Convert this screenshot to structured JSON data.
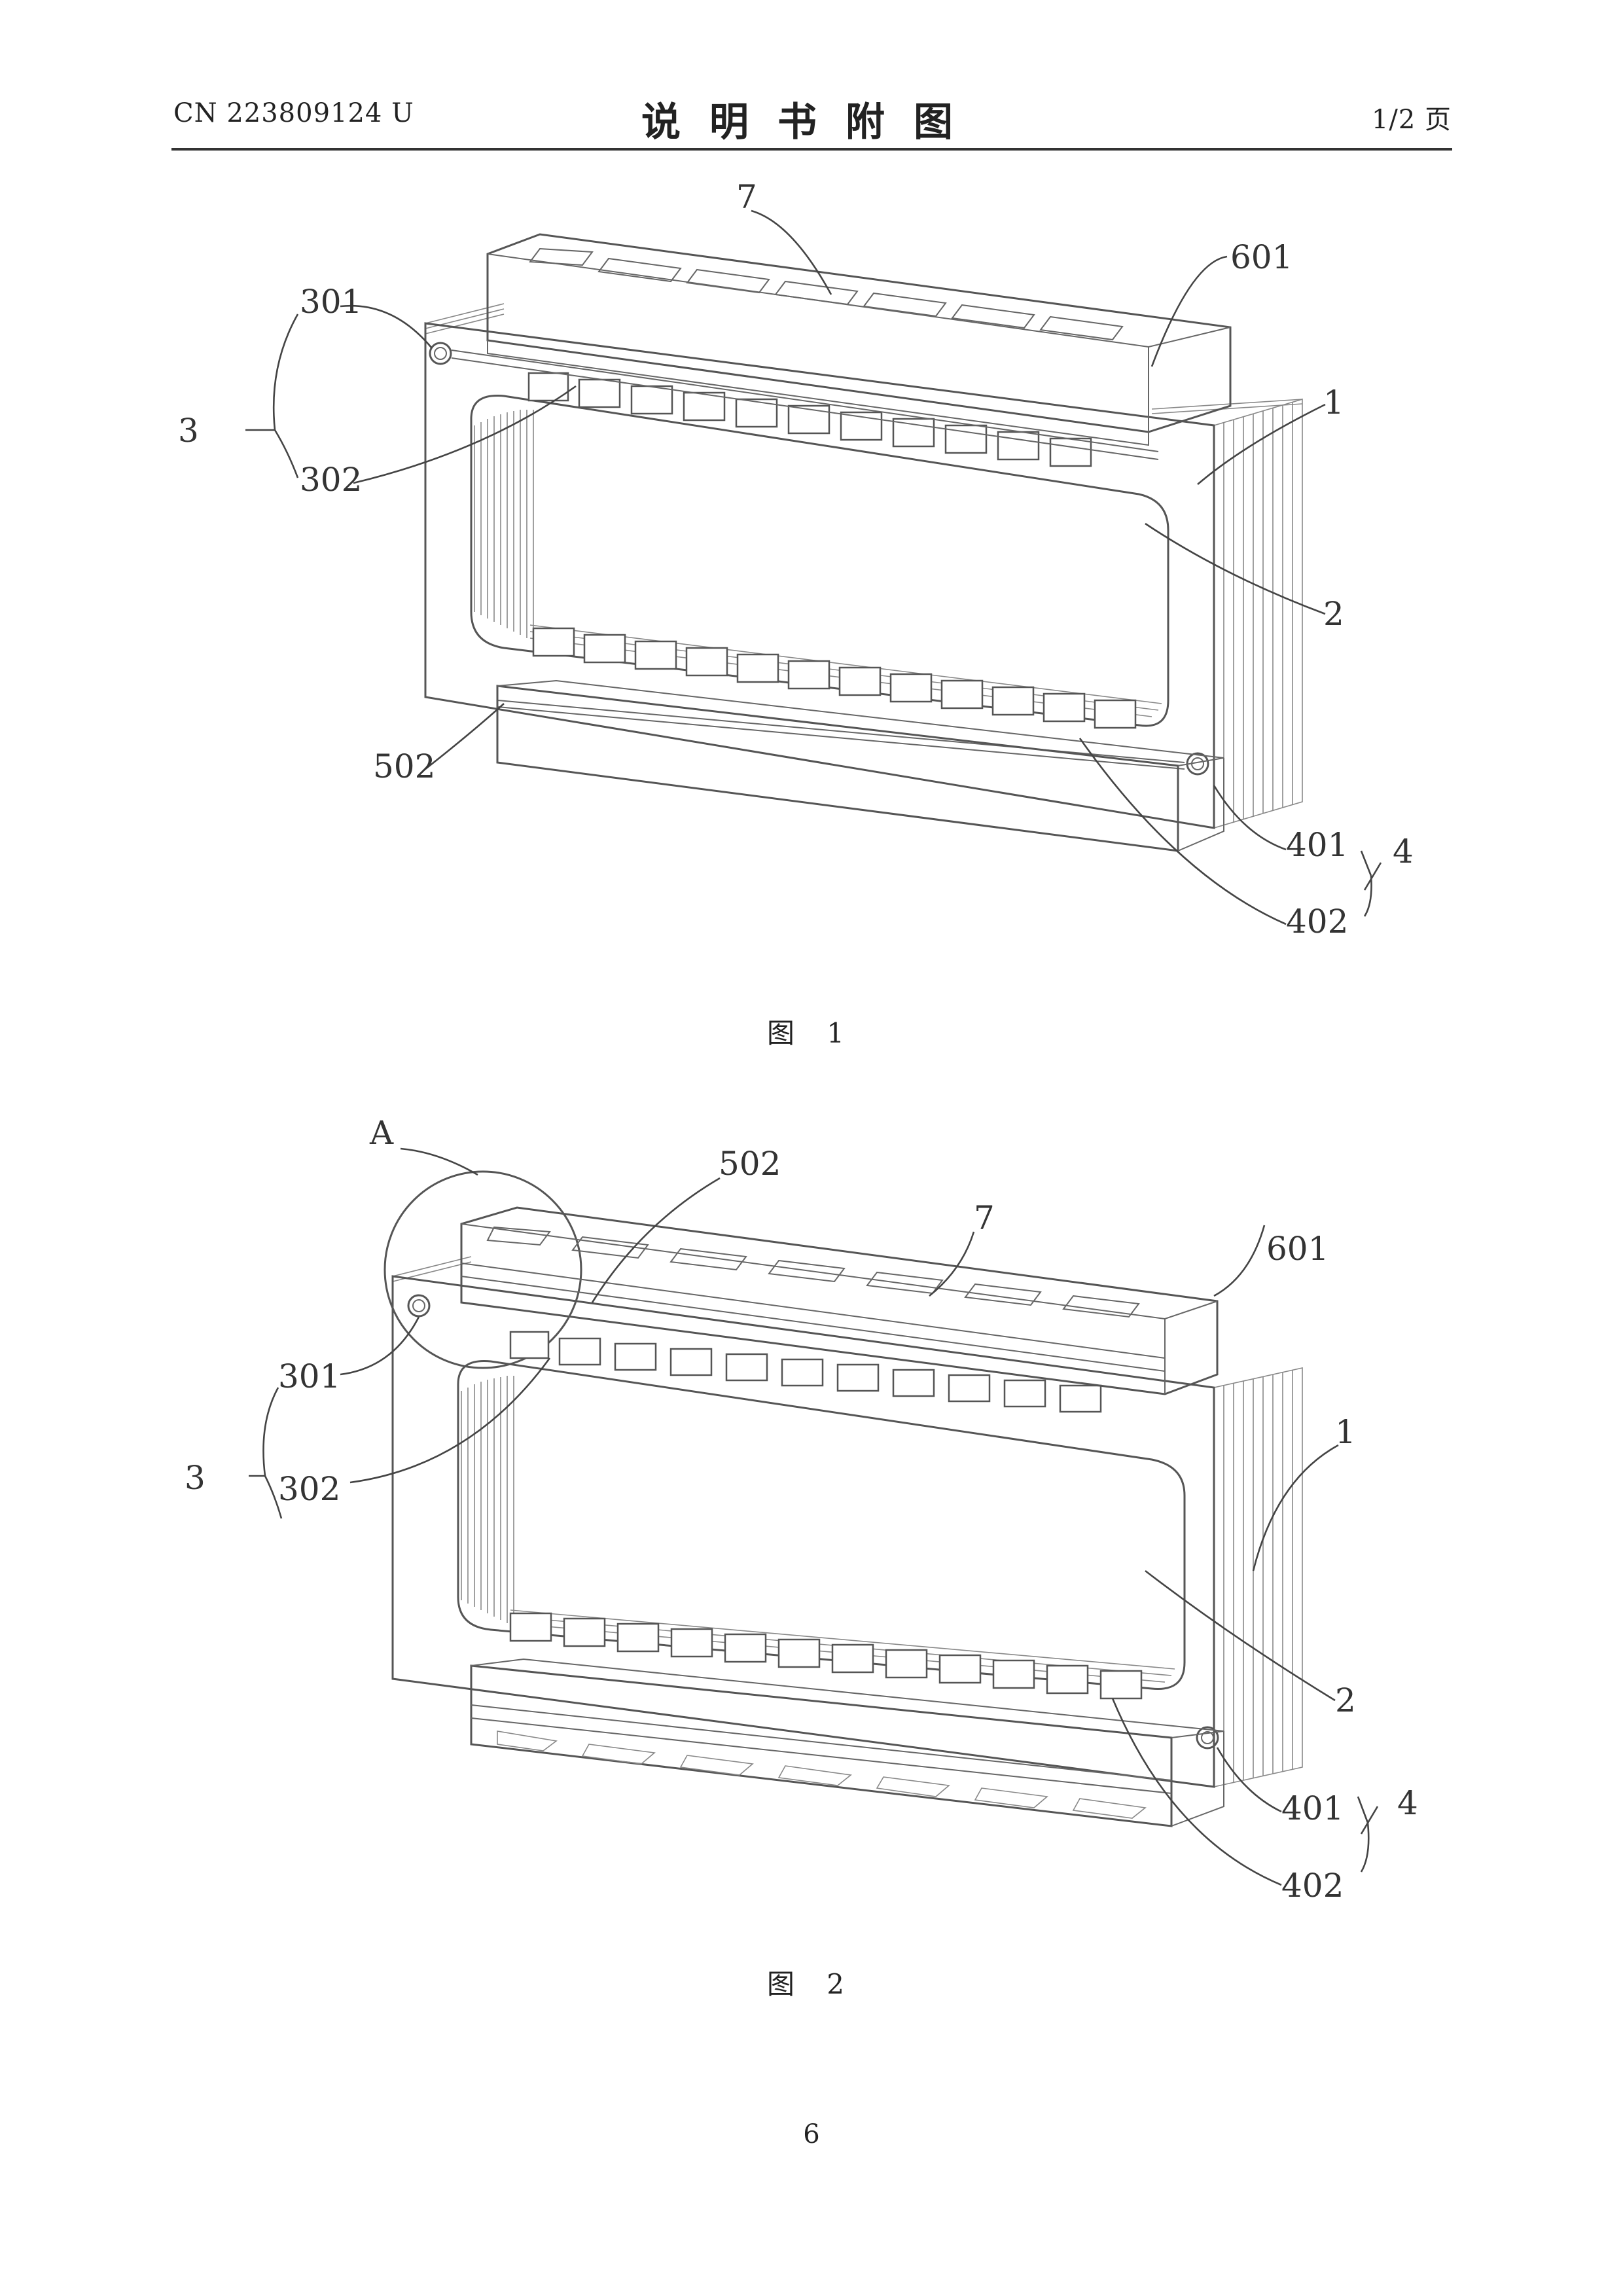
{
  "header": {
    "patent_number": "CN 223809124 U",
    "title": "说明书附图",
    "page_ratio": "1/2 页"
  },
  "figure1": {
    "caption": "图 1",
    "labels": {
      "l7": "7",
      "l601": "601",
      "l301": "301",
      "l3": "3",
      "l302": "302",
      "l1": "1",
      "l2": "2",
      "l502": "502",
      "l401": "401",
      "l4": "4",
      "l402": "402"
    }
  },
  "figure2": {
    "caption": "图 2",
    "labels": {
      "lA": "A",
      "l502": "502",
      "l7": "7",
      "l601": "601",
      "l301": "301",
      "l3": "3",
      "l302": "302",
      "l1": "1",
      "l2": "2",
      "l401": "401",
      "l4": "4",
      "l402": "402"
    }
  },
  "footer": {
    "page_number": "6"
  }
}
